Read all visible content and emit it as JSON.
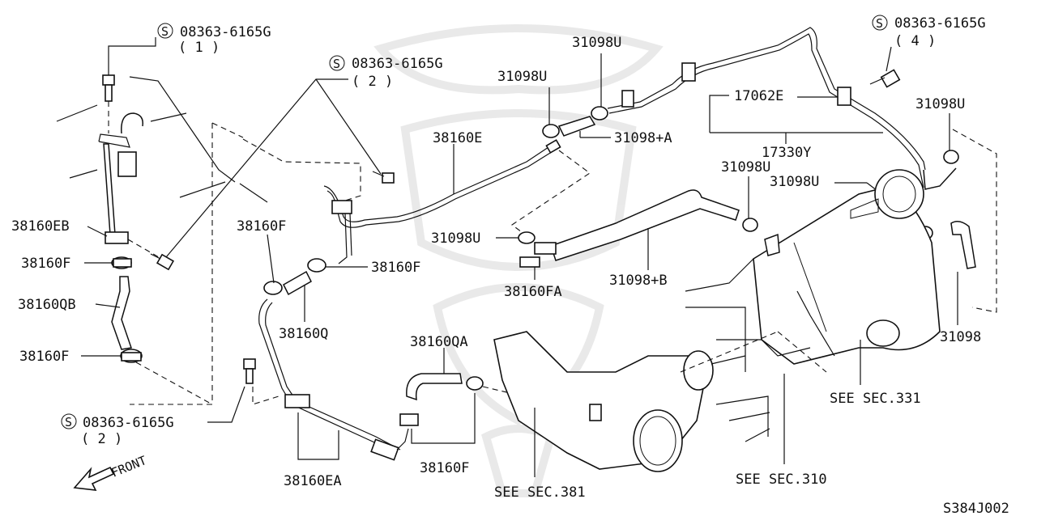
{
  "labels": {
    "bolt_top_left": "08363-6165G",
    "bolt_top_left_qty": "( 1 )",
    "bolt_mid": "08363-6165G",
    "bolt_mid_qty": "( 2 )",
    "bolt_top_right": "08363-6165G",
    "bolt_top_right_qty": "( 4 )",
    "bolt_bottom_left": "08363-6165G",
    "bolt_bottom_left_qty": "( 2 )",
    "p38160EB": "38160EB",
    "p38160F_left1": "38160F",
    "p38160QB": "38160QB",
    "p38160F_left2": "38160F",
    "p38160F_mid": "38160F",
    "p38160F_right": "38160F",
    "p38160Q": "38160Q",
    "p38160E": "38160E",
    "p31098U_a": "31098U",
    "p31098U_b": "31098U",
    "p31098plusA": "31098+A",
    "p17062E": "17062E",
    "p17330Y": "17330Y",
    "p31098U_c": "31098U",
    "p31098U_d": "31098U",
    "p31098U_e": "31098U",
    "p31098U_f": "31098U",
    "p38160FA": "38160FA",
    "p31098plusB": "31098+B",
    "p31098": "31098",
    "p38160QA": "38160QA",
    "p38160F_bottom": "38160F",
    "p38160EA": "38160EA",
    "see331": "SEE SEC.331",
    "see310": "SEE SEC.310",
    "see381": "SEE SEC.381",
    "front": "FRONT",
    "s_symbol": "S",
    "drawing_code": "S384J002"
  }
}
